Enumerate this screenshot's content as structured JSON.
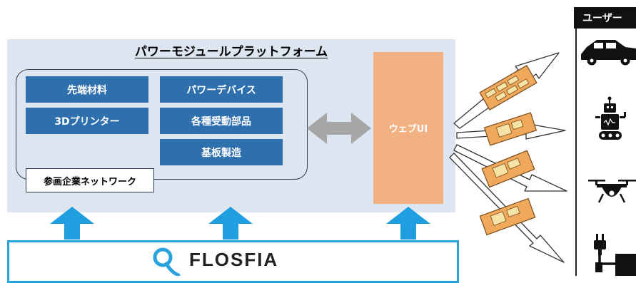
{
  "platform": {
    "title": "パワーモジュールプラットフォーム",
    "items": [
      "先端材料",
      "パワーデバイス",
      "3Dプリンター",
      "各種受動部品",
      "基板製造"
    ],
    "partner_label": "参画企業ネットワーク",
    "web_ui_label": "ウェブUI"
  },
  "foundation": {
    "company": "FLOSFIA"
  },
  "users": {
    "header": "ユーザー",
    "icons": [
      "car-icon",
      "robot-icon",
      "drone-icon",
      "plug-icon"
    ]
  },
  "colors": {
    "platform_bg": "#dde6f0",
    "item_blue": "#2e6fae",
    "web_ui_orange": "#f2b182",
    "flosfia_border": "#29a3dd",
    "module_orange": "#f0a95a"
  }
}
